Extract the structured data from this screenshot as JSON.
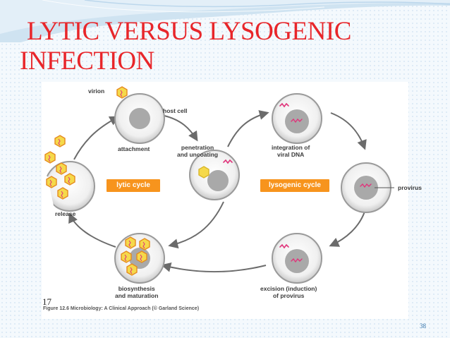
{
  "slide": {
    "title_line1": "LYTIC VERSUS LYSOGENIC",
    "title_line2": "INFECTION",
    "reference": "17",
    "page_number": "38",
    "title_color": "#e8262a"
  },
  "figure": {
    "labels": {
      "virion": "virion",
      "host_cell": "host cell",
      "attachment": "attachment",
      "penetration_line1": "penetration",
      "penetration_line2": "and uncoating",
      "integration_line1": "integration of",
      "integration_line2": "viral DNA",
      "provirus": "provirus",
      "release": "release",
      "biosynthesis_line1": "biosynthesis",
      "biosynthesis_line2": "and maturation",
      "excision_line1": "excision (induction)",
      "excision_line2": "of provirus"
    },
    "lytic_label": "lytic cycle",
    "lysogenic_label": "lysogenic cycle",
    "caption": "Figure 12.6 Microbiology: A Clinical Approach (© Garland Science)",
    "badge_color": "#f7941d",
    "dna_color": "#e0357b",
    "virion_fill": "#f5d94a"
  }
}
